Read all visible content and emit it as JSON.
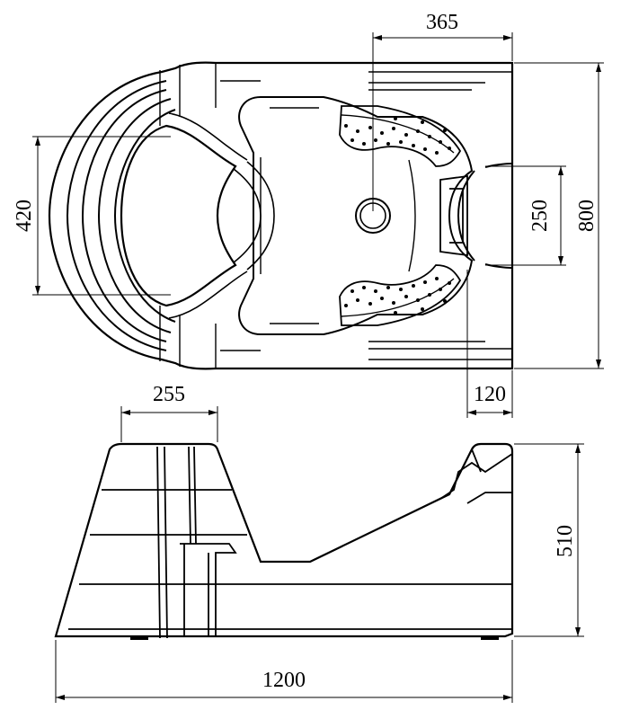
{
  "dimensions": {
    "top_width": "365",
    "top_height": "420",
    "top_inner_width": "250",
    "top_total_height": "800",
    "top_offset": "120",
    "side_top_width": "255",
    "side_height": "510",
    "side_length": "1200"
  }
}
